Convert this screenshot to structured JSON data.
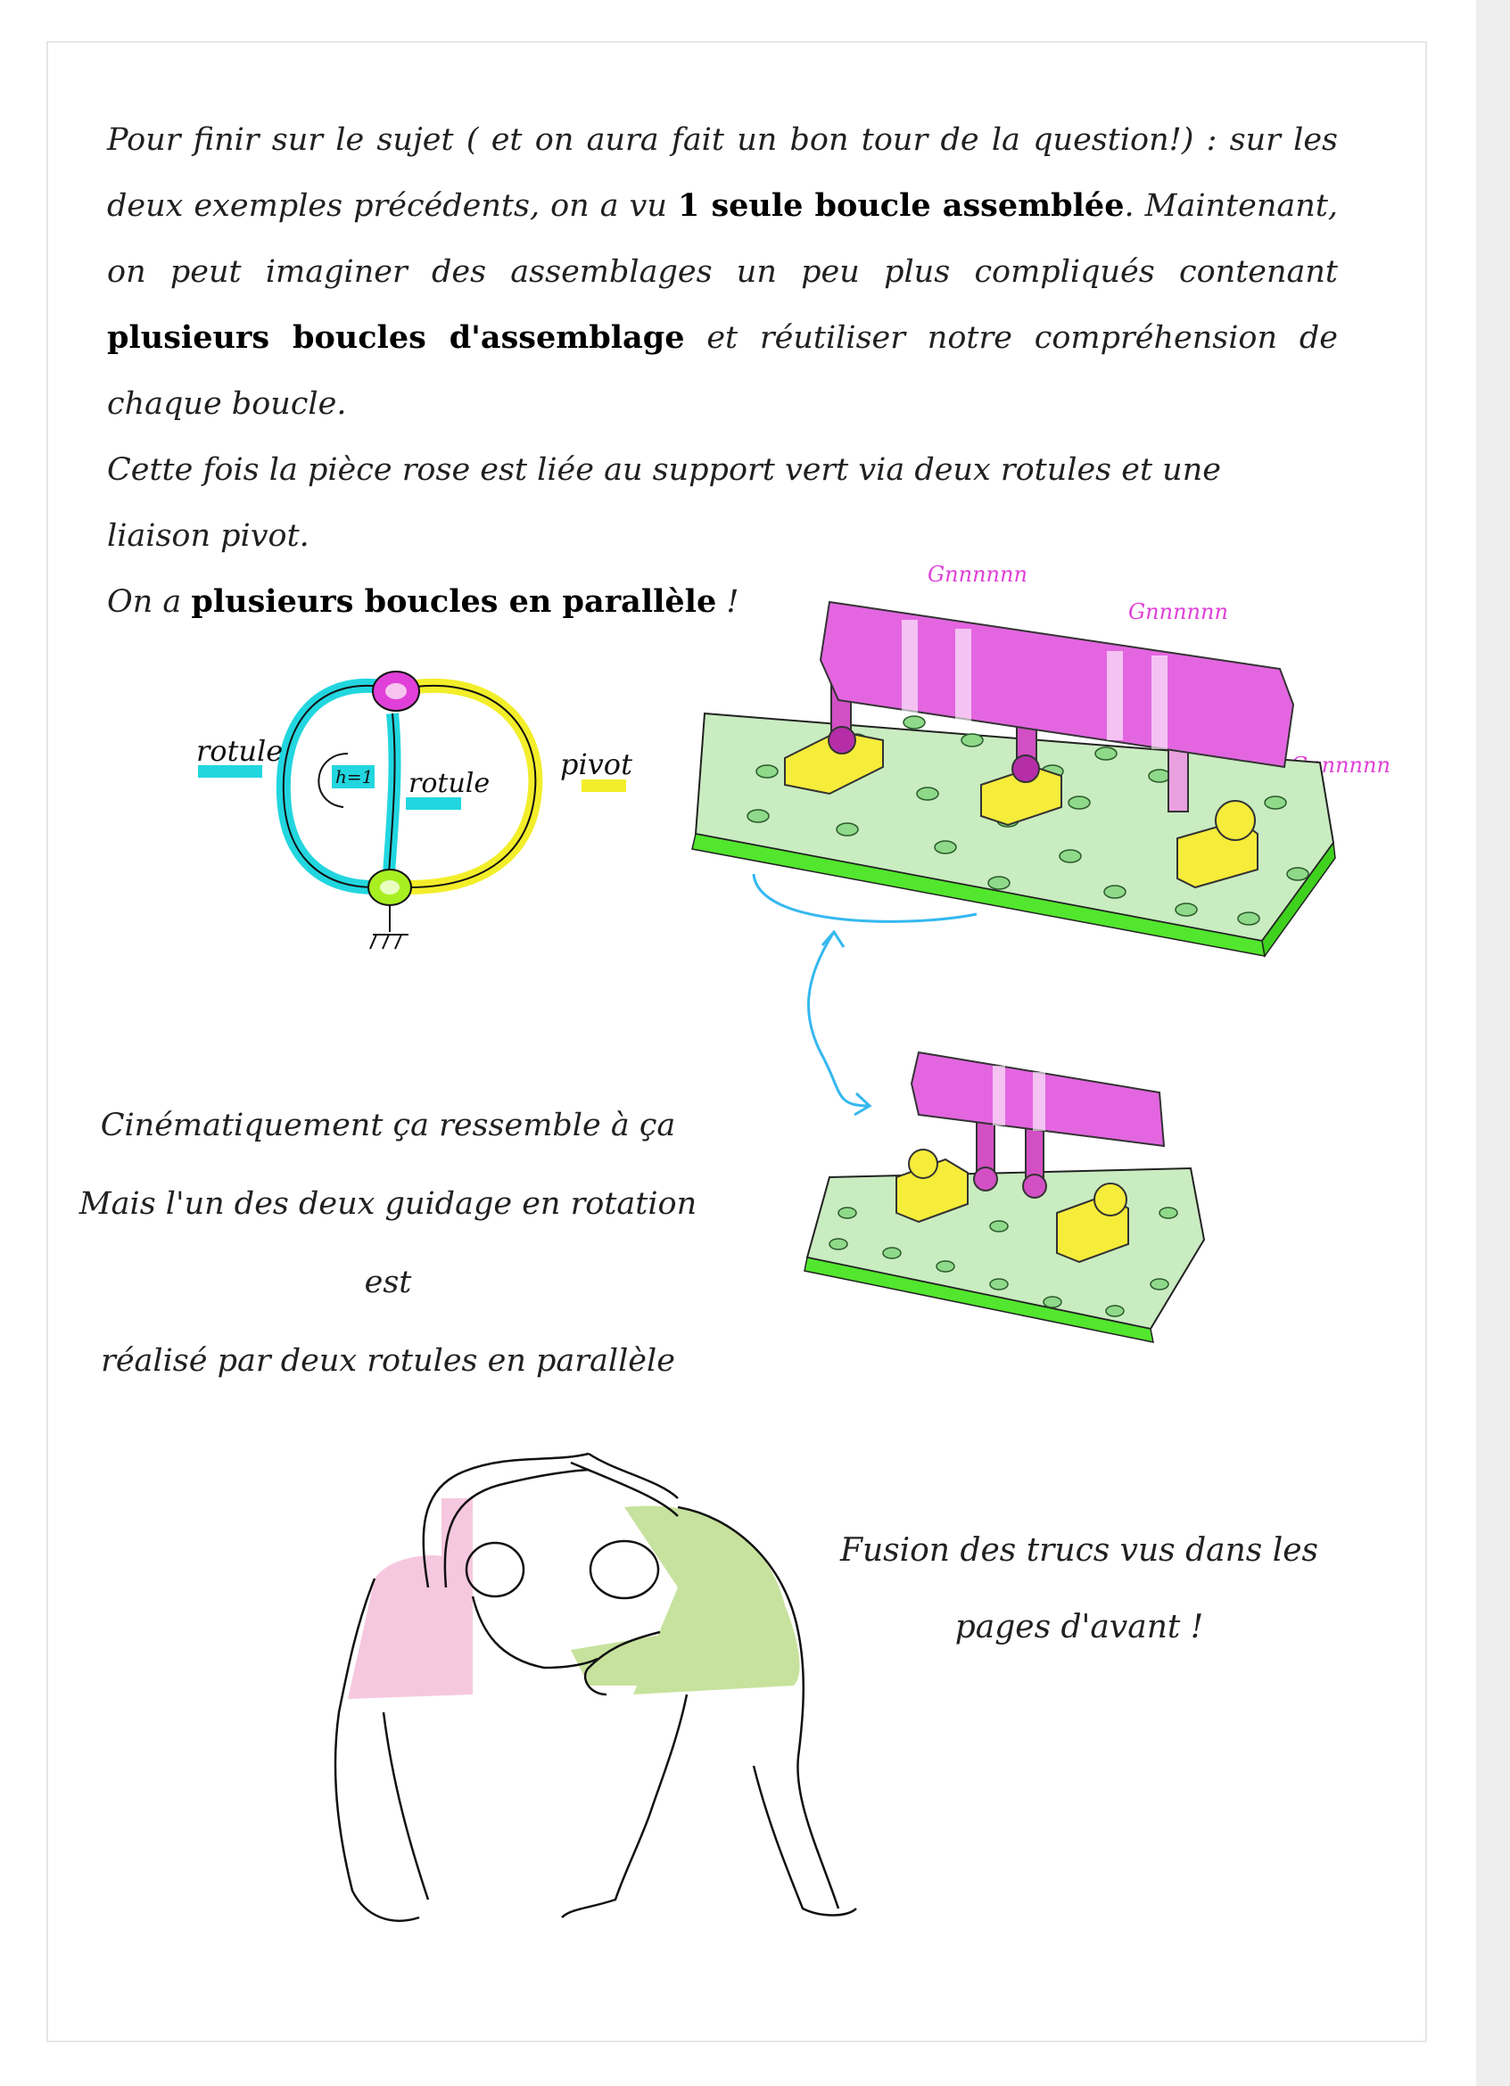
{
  "paragraph1": {
    "t1": "Pour finir sur le sujet ( et on aura fait un bon tour de la question!) : sur les deux exemples précédents, on a vu ",
    "b1": "1 seule boucle assemblée",
    "t2": ". Maintenant, on peut imaginer des assemblages un peu plus compliqués contenant ",
    "b2": "plusieurs boucles d'assemblage",
    "t3": " et réutiliser notre compréhension de chaque boucle."
  },
  "paragraph2": {
    "line1": "Cette fois la pièce rose est liée au support vert via deux rotules et une liaison pivot.",
    "line2_pre": "On a ",
    "line2_bold": "plusieurs boucles en parallèle",
    "line2_post": " !"
  },
  "graph_diagram": {
    "label_left": "rotule",
    "label_middle": "rotule",
    "label_right": "pivot",
    "cycle_label": "h=1"
  },
  "sound_effects": [
    "Gnnnnnn",
    "Gnnnnnn",
    "Gnnnnnn"
  ],
  "caption": {
    "line1": "Cinématiquement ça ressemble à ça",
    "line2": "Mais l'un des deux guidage en rotation est",
    "line3": "réalisé par deux rotules en parallèle"
  },
  "fusion_note": {
    "line1": "Fusion des trucs vus dans les",
    "line2": "pages d'avant !"
  },
  "colors": {
    "pink": "#e040d8",
    "light_pink": "#f2b8e0",
    "cyan": "#22d6df",
    "yellow": "#f3ee2a",
    "green_node": "#a8ef22",
    "plate_green": "#c9ecc0",
    "plate_edge": "#52e62e",
    "arrow_blue": "#35b8f0",
    "figure_pink": "#f6c8df",
    "figure_green": "#c7e29d"
  }
}
